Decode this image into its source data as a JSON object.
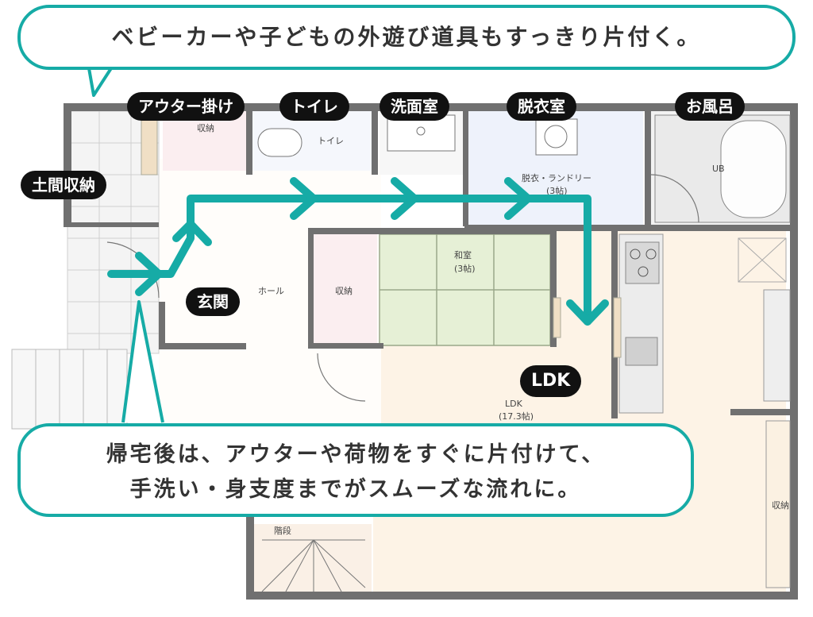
{
  "top_callout": "ベビーカーや子どもの外遊び道具もすっきり片付く。",
  "bottom_callout": {
    "line1": "帰宅後は、アウターや荷物をすぐに片付けて、",
    "line2": "手洗い・身支度までがスムーズな流れに。"
  },
  "tags": {
    "outer": "アウター掛け",
    "toilet": "トイレ",
    "washroom": "洗面室",
    "dressing": "脱衣室",
    "bath": "お風呂",
    "doma": "土間収納",
    "entrance": "玄関",
    "ldk": "LDK"
  },
  "plan_labels": {
    "storage_top": "収納",
    "toilet_room": "トイレ",
    "laundry": "脱衣・ランドリー",
    "laundry_size": "(3帖)",
    "ub": "UB",
    "washitsu": "和室",
    "washitsu_size": "(3帖)",
    "hall": "ホール",
    "storage_mid": "収納",
    "ldk_label": "LDK",
    "ldk_size": "(17.3帖)",
    "storage_right": "収納",
    "stairs": "階段"
  },
  "colors": {
    "accent": "#16aba6",
    "wall": "#6f6f6f",
    "floor": "#fdf6ec",
    "tatami": "#e4efd2",
    "tile": "#ececec"
  }
}
